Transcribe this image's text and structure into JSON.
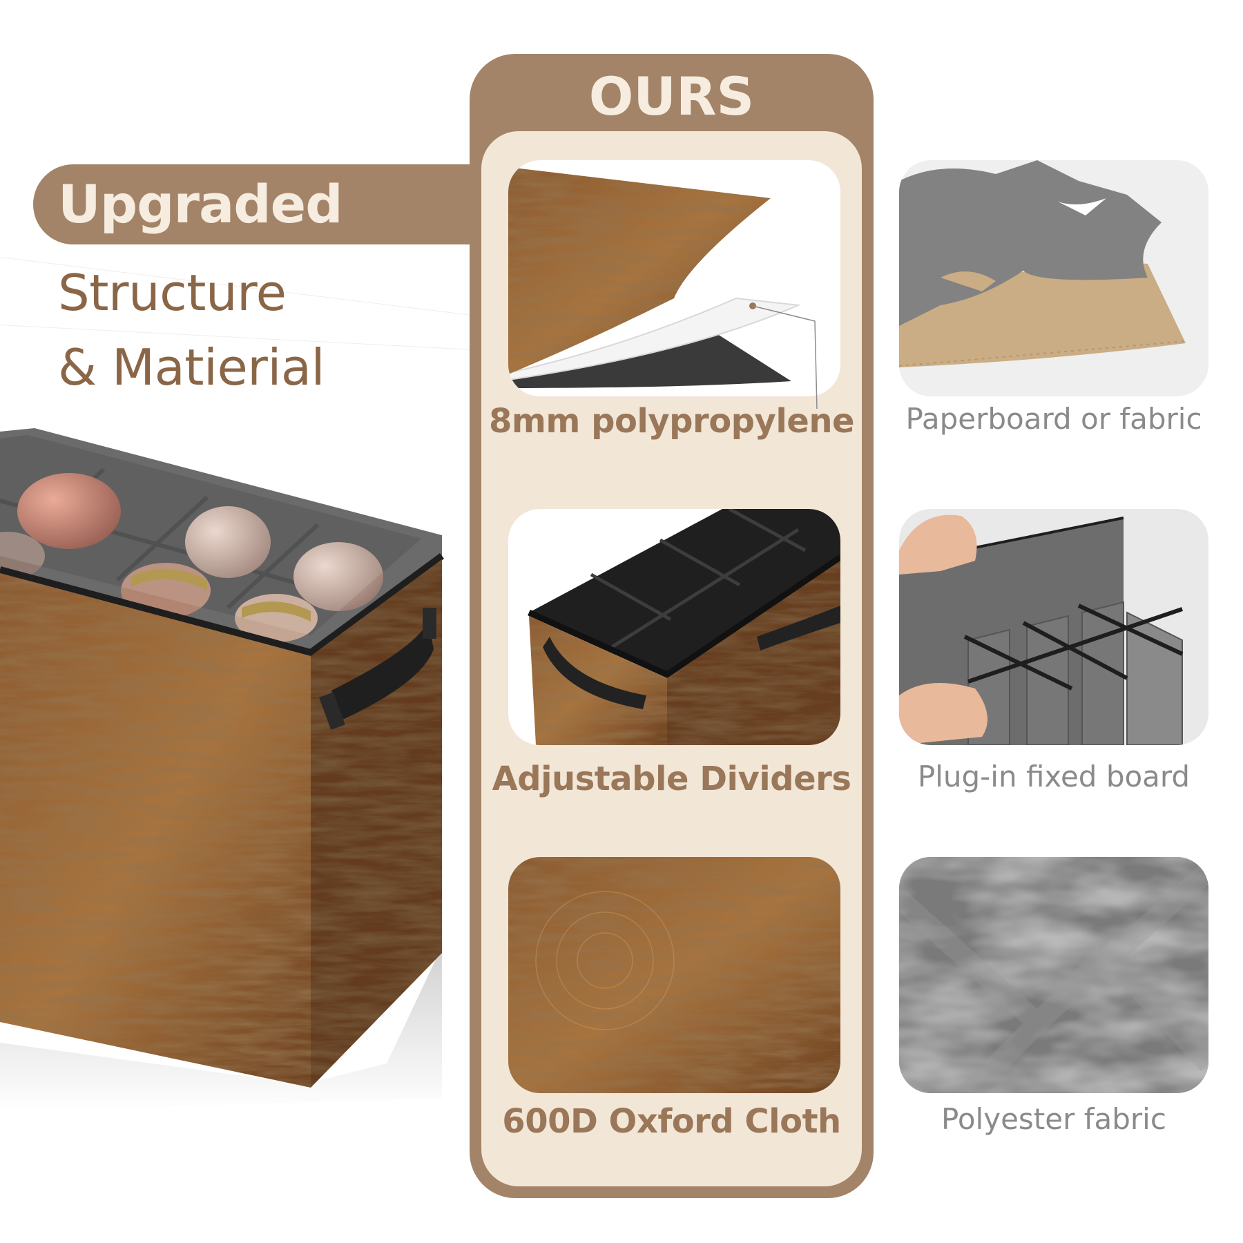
{
  "heading": {
    "pill": "Upgraded",
    "line1": "Structure",
    "line2": "& Matierial"
  },
  "ours": {
    "title": "OURS",
    "features": [
      {
        "label": "8mm polypropylene"
      },
      {
        "label": "Adjustable Dividers"
      },
      {
        "label": "600D Oxford Cloth"
      }
    ]
  },
  "others": {
    "features": [
      {
        "label": "Paperboard or fabric"
      },
      {
        "label": "Plug-in fixed board"
      },
      {
        "label": "Polyester fabric"
      }
    ]
  },
  "colors": {
    "accent_brown": "#a38468",
    "panel_cream": "#f2e6d7",
    "ours_text": "#9a7759",
    "others_text": "#8a8a8a",
    "wood": "#7a4a26"
  }
}
